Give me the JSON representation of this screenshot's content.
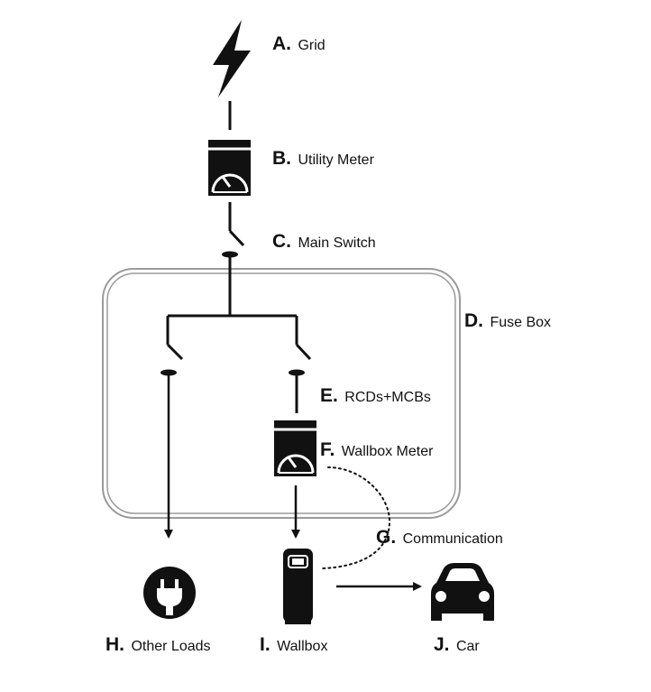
{
  "colors": {
    "ink": "#111111",
    "box_border": "#9a9a9a",
    "background": "#ffffff"
  },
  "labels": {
    "grid": {
      "letter": "A.",
      "text": "Grid"
    },
    "utility_meter": {
      "letter": "B.",
      "text": "Utility Meter"
    },
    "main_switch": {
      "letter": "C.",
      "text": "Main Switch"
    },
    "fuse_box": {
      "letter": "D.",
      "text": "Fuse Box"
    },
    "rcds_mcbs": {
      "letter": "E.",
      "text": "RCDs+MCBs"
    },
    "wallbox_meter": {
      "letter": "F.",
      "text": "Wallbox Meter"
    },
    "communication": {
      "letter": "G.",
      "text": "Communication"
    },
    "other_loads": {
      "letter": "H.",
      "text": "Other Loads"
    },
    "wallbox": {
      "letter": "I.",
      "text": "Wallbox"
    },
    "car": {
      "letter": "J.",
      "text": "Car"
    }
  },
  "icons": {
    "grid": "lightning-bolt-icon",
    "utility_meter": "meter-icon",
    "wallbox_meter": "meter-icon",
    "other_loads": "plug-icon",
    "wallbox": "wallbox-charger-icon",
    "car": "car-icon"
  }
}
